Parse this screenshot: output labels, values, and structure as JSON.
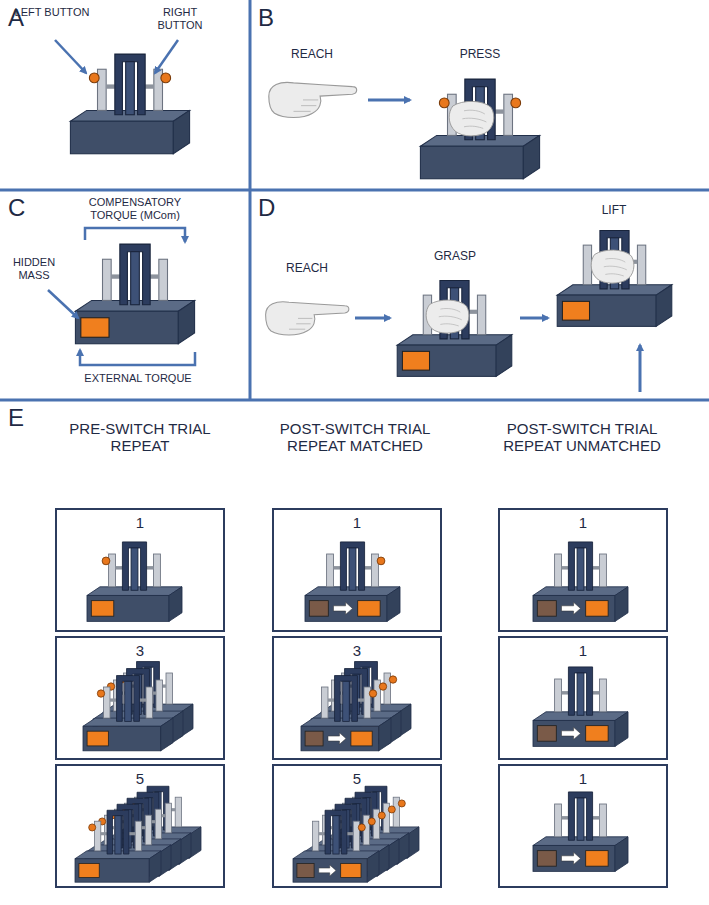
{
  "diagram": {
    "nodes": [
      {
        "text": [
          "1"
        ]
      },
      {
        "text": [
          "1"
        ]
      },
      {
        "text": [
          "1"
        ]
      },
      {
        "text": [
          "3"
        ]
      },
      {
        "text": [
          "3"
        ]
      },
      {
        "text": [
          "1"
        ]
      },
      {
        "text": [
          "5"
        ]
      },
      {
        "text": [
          "5"
        ]
      },
      {
        "text": [
          "1"
        ]
      }
    ],
    "labels": [
      "A",
      "LEFT BUTTON",
      "RIGHT BUTTON",
      "B",
      "REACH",
      "PRESS",
      "C",
      "COMPENSATORY TORQUE (MCom)",
      "HIDDEN MASS",
      "EXTERNAL TORQUE",
      "D",
      "REACH",
      "GRASP",
      "LIFT",
      "E",
      "PRE-SWITCH TRIAL REPEAT",
      "POST-SWITCH TRIAL REPEAT MATCHED",
      "POST-SWITCH TRIAL REPEAT UNMATCHED"
    ]
  }
}
